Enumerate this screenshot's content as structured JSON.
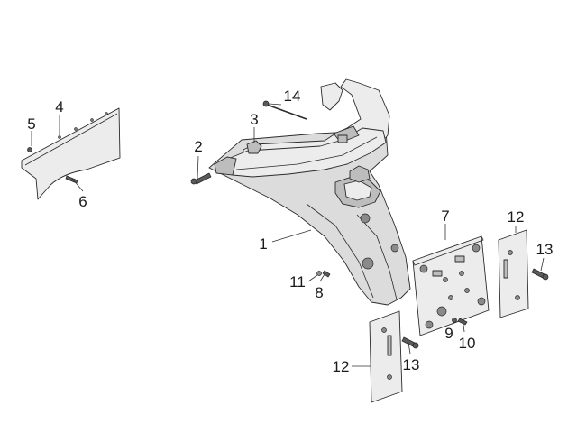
{
  "callouts": {
    "c1": "1",
    "c2": "2",
    "c3": "3",
    "c4": "4",
    "c5": "5",
    "c6": "6",
    "c7": "7",
    "c8": "8",
    "c9": "9",
    "c10": "10",
    "c11": "11",
    "c12a": "12",
    "c12b": "12",
    "c13a": "13",
    "c13b": "13",
    "c14": "14"
  }
}
